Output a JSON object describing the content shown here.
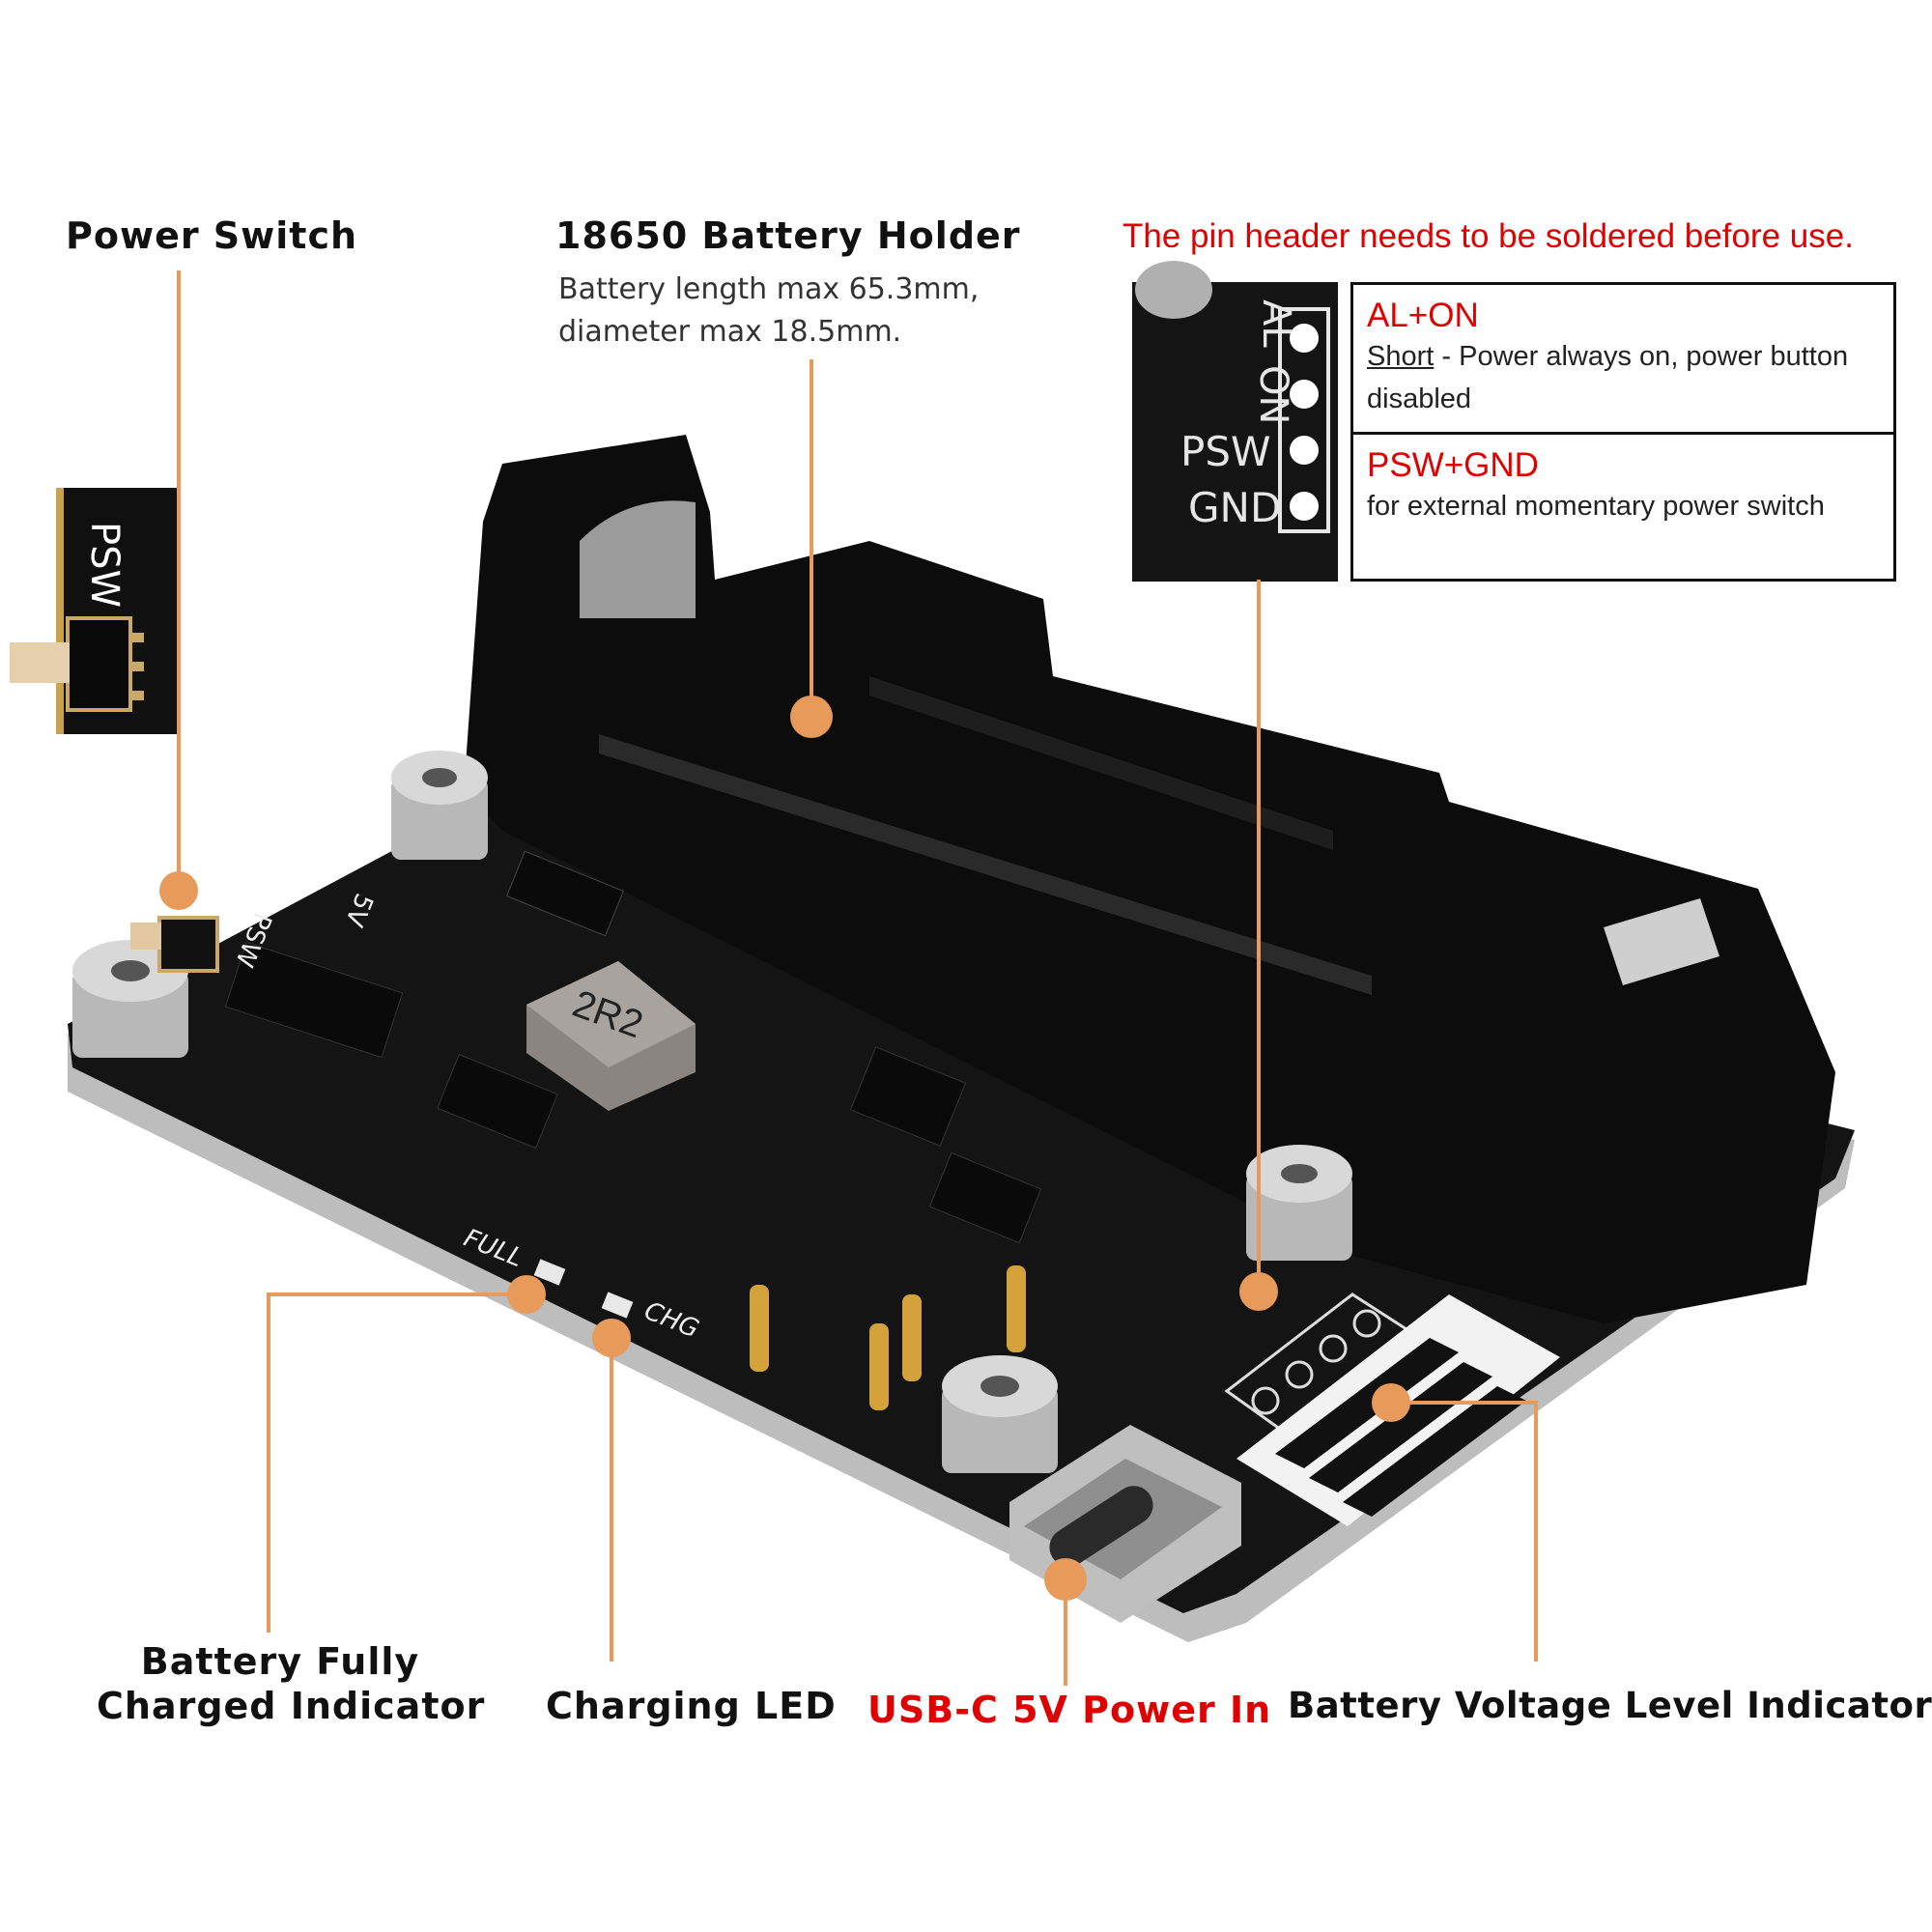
{
  "callouts": {
    "power_switch": {
      "title": "Power Switch"
    },
    "battery_holder": {
      "title": "18650 Battery Holder",
      "line1": "Battery length max 65.3mm,",
      "line2": "diameter max 18.5mm."
    },
    "warning": "The pin header needs to be soldered before use.",
    "pin_table": {
      "row1_header": "AL+ON",
      "row1_short": "Short",
      "row1_rest": " - Power always on, power button",
      "row1_line2": "disabled",
      "row2_header": "PSW+GND",
      "row2_desc": "for external momentary power switch"
    },
    "full_indicator": {
      "line1": "Battery Fully",
      "line2": "Charged Indicator"
    },
    "charging_led": "Charging LED",
    "usb_power": "USB-C 5V Power In",
    "voltage_indicators": "Battery Voltage Level Indicators"
  },
  "board_silkscreen": {
    "inductor": "2R2",
    "psw": "PSW",
    "five_v": "5V",
    "full": "FULL",
    "chg": "CHG",
    "pins": [
      "AL",
      "ON",
      "PSW",
      "GND"
    ]
  },
  "colors": {
    "leader": "#e89a5a",
    "pcb": "#141414",
    "holder": "#0c0c0c",
    "accent_red": "#e00000"
  }
}
